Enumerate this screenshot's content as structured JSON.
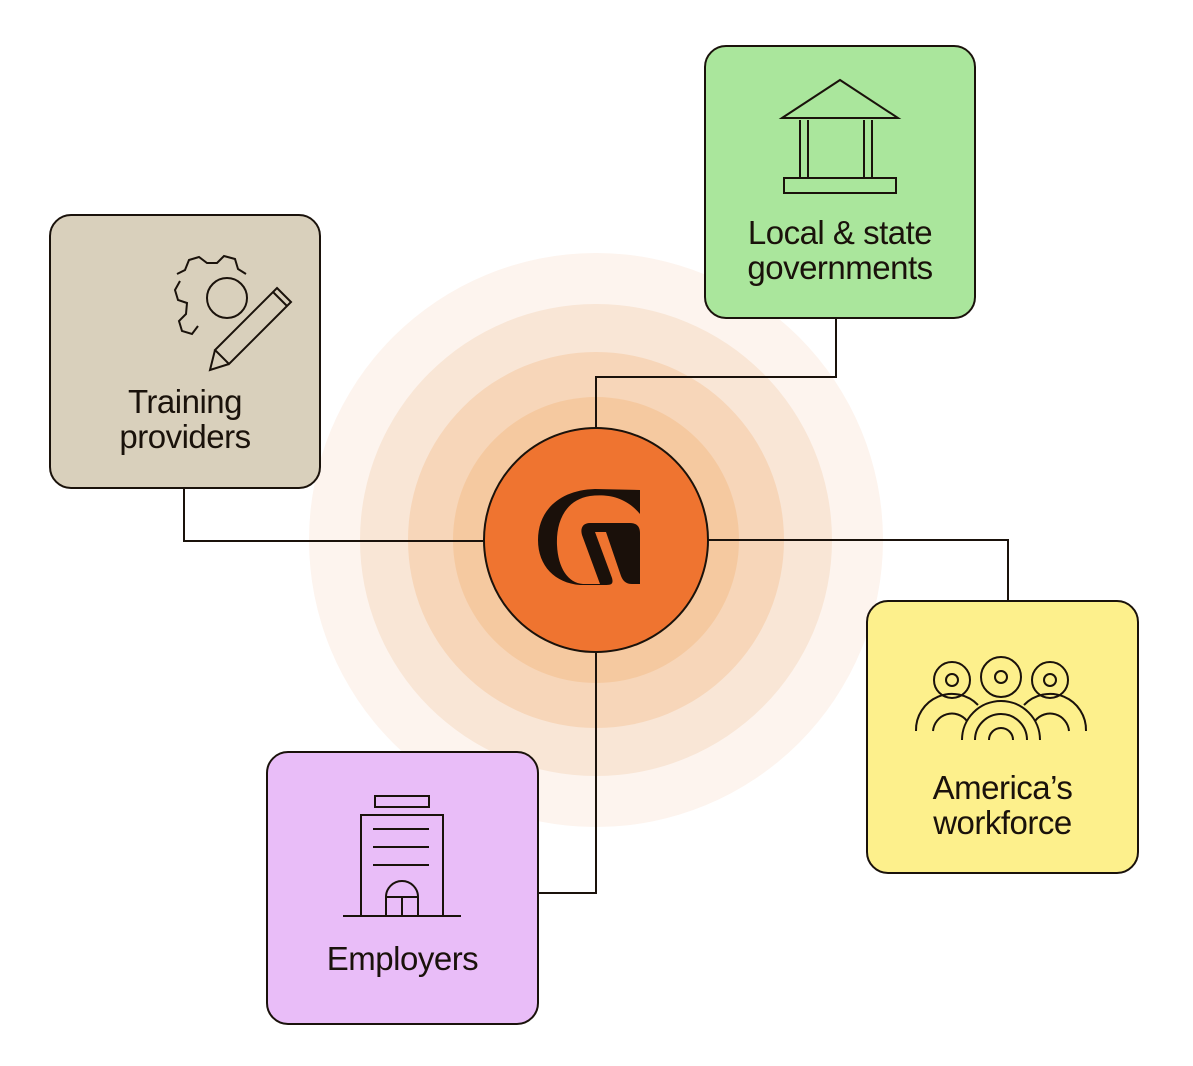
{
  "colors": {
    "center": "#ef7430",
    "ring1": "#fdf4ee",
    "ring2": "#f9e6d6",
    "ring3": "#f7d6b9",
    "ring4": "#f5c9a0",
    "training": "#d9d0bc",
    "government": "#aae69c",
    "workforce": "#fdf08c",
    "employers": "#e9bdf8",
    "ink": "#1a120b"
  },
  "center": {
    "logo": "G",
    "icon": "brand-logo-icon"
  },
  "nodes": {
    "training": {
      "line1": "Training",
      "line2": "providers",
      "icon": "gear-pencil-icon"
    },
    "government": {
      "line1": "Local & state",
      "line2": "governments",
      "icon": "government-building-icon"
    },
    "workforce": {
      "line1": "America’s",
      "line2": "workforce",
      "icon": "people-group-icon"
    },
    "employers": {
      "line1": "Employers",
      "icon": "office-building-icon"
    }
  }
}
